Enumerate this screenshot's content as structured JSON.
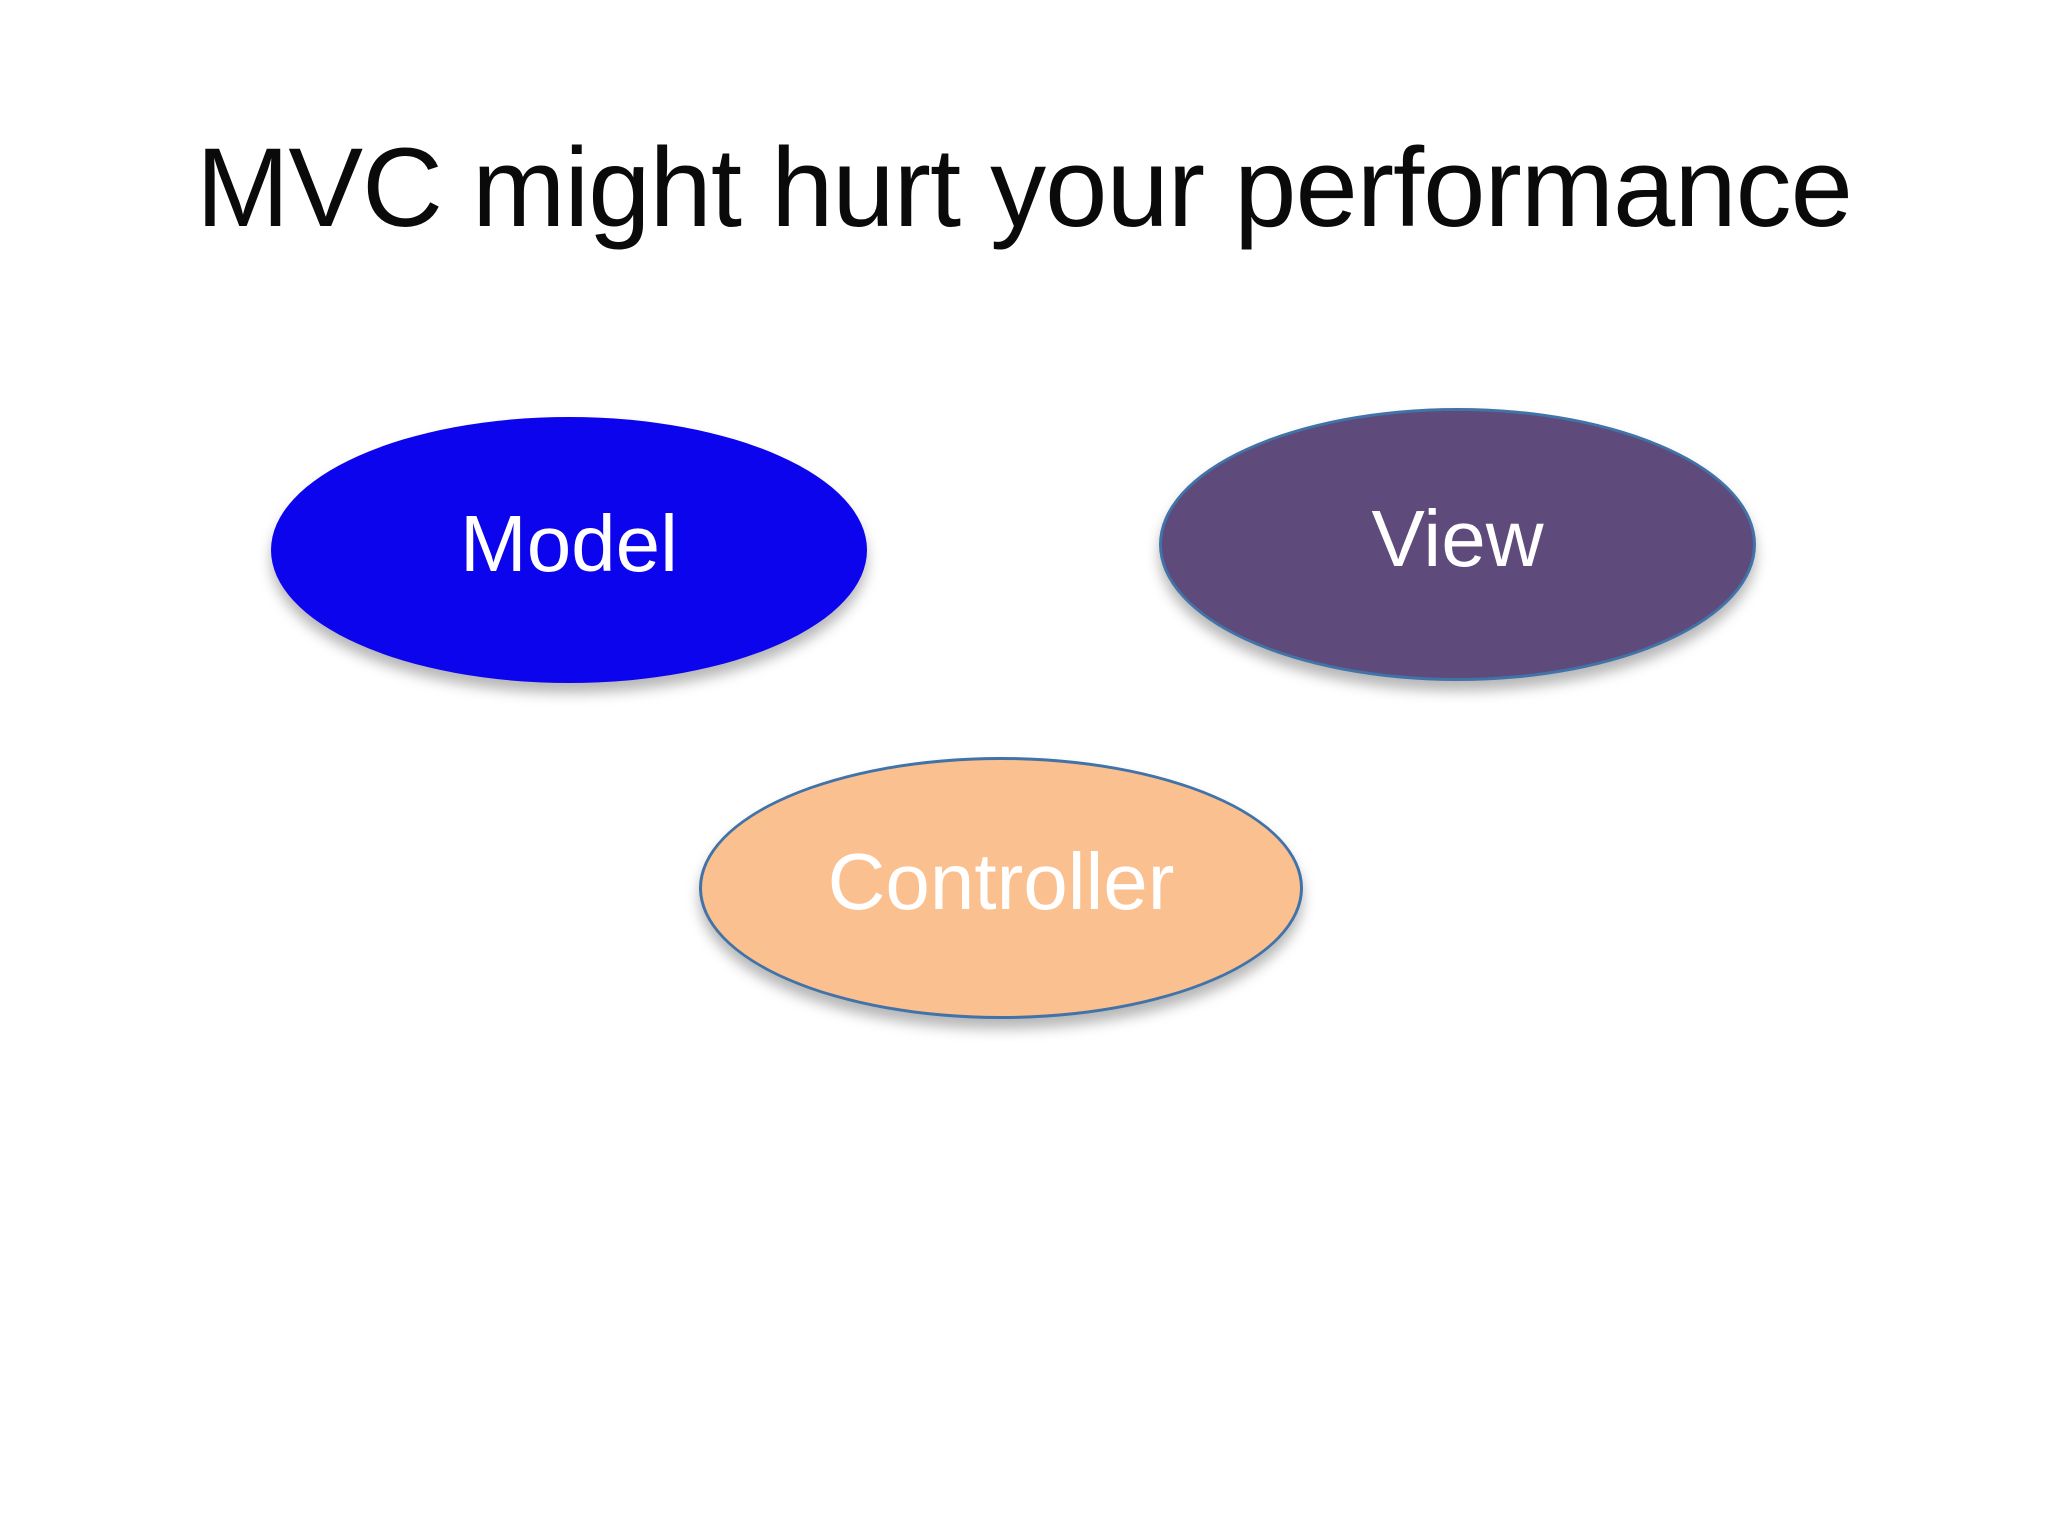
{
  "slide": {
    "title": "MVC might hurt your performance",
    "background_color": "#ffffff",
    "title_color": "#0a0a0a"
  },
  "shapes": [
    {
      "id": "model",
      "label": "Model",
      "fill": "#0d04ee",
      "text_color": "#ffffff"
    },
    {
      "id": "view",
      "label": "View",
      "fill": "#5e4a7b",
      "border": "#4173a8",
      "text_color": "#ffffff"
    },
    {
      "id": "controller",
      "label": "Controller",
      "fill": "#fbc08f",
      "border": "#4173a8",
      "text_color": "#ffffff"
    }
  ]
}
